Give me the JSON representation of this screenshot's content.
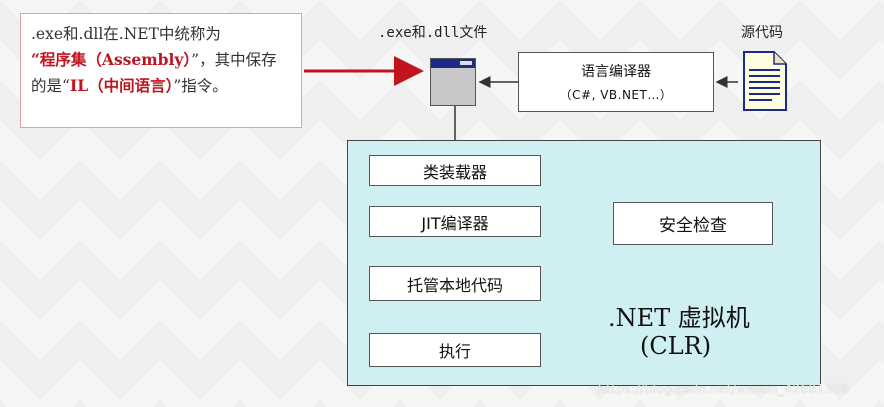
{
  "note": {
    "part1": ".exe和.dll在.NET中统称为",
    "quote_open1": "“",
    "assembly": "程序集（Assembly）",
    "quote_close1": "”，其中保存的是“",
    "il": "IL（中间语言）",
    "part_end": "”指令。"
  },
  "exe_label": ".exe和.dll文件",
  "source_label": "源代码",
  "compiler": {
    "title": "语言编译器",
    "languages": "（C#, VB.NET…）"
  },
  "clr_steps": [
    "类装载器",
    "JIT编译器",
    "托管本地代码",
    "执行"
  ],
  "security_check": "安全检查",
  "clr": {
    "title": ".NET 虚拟机",
    "subtitle": "(CLR)"
  },
  "watermark": "https://blog.csdn.net/weixin_42681308",
  "colors": {
    "accent_red": "#c0141e",
    "clr_fill": "#cfeff2",
    "window_title": "#1d2a8a"
  }
}
